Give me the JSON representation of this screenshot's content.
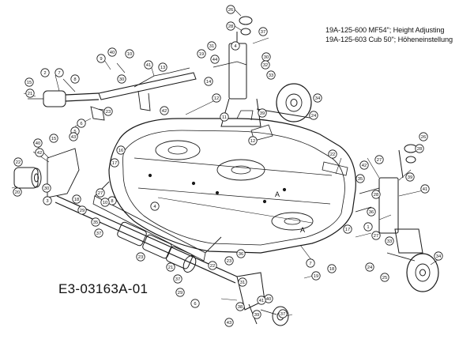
{
  "header": {
    "line1": "19A-125-600 MF54\"; Height Adjusting",
    "line2": "19A-125-603 Cub 50\"; Höheneinstellung"
  },
  "drawing_code": "E3-03163A-01",
  "callouts": [
    {
      "n": "26"
    },
    {
      "n": "28"
    },
    {
      "n": "37"
    },
    {
      "n": "31"
    },
    {
      "n": "4"
    },
    {
      "n": "19"
    },
    {
      "n": "44"
    },
    {
      "n": "30"
    },
    {
      "n": "32"
    },
    {
      "n": "33"
    },
    {
      "n": "34"
    },
    {
      "n": "24"
    },
    {
      "n": "39"
    },
    {
      "n": "11"
    },
    {
      "n": "12"
    },
    {
      "n": "14"
    },
    {
      "n": "12"
    },
    {
      "n": "9"
    },
    {
      "n": "40"
    },
    {
      "n": "10"
    },
    {
      "n": "7"
    },
    {
      "n": "21"
    },
    {
      "n": "15"
    },
    {
      "n": "2"
    },
    {
      "n": "8"
    },
    {
      "n": "30"
    },
    {
      "n": "41"
    },
    {
      "n": "13"
    },
    {
      "n": "42"
    },
    {
      "n": "23"
    },
    {
      "n": "6"
    },
    {
      "n": "5"
    },
    {
      "n": "16"
    },
    {
      "n": "17"
    },
    {
      "n": "43"
    },
    {
      "n": "40"
    },
    {
      "n": "42"
    },
    {
      "n": "15"
    },
    {
      "n": "22"
    },
    {
      "n": "20"
    },
    {
      "n": "30"
    },
    {
      "n": "3"
    },
    {
      "n": "18"
    },
    {
      "n": "27"
    },
    {
      "n": "29"
    },
    {
      "n": "8"
    },
    {
      "n": "35"
    },
    {
      "n": "22"
    },
    {
      "n": "26"
    },
    {
      "n": "28"
    },
    {
      "n": "27"
    },
    {
      "n": "42"
    },
    {
      "n": "39"
    },
    {
      "n": "41"
    },
    {
      "n": "35"
    },
    {
      "n": "28"
    },
    {
      "n": "36"
    },
    {
      "n": "1"
    },
    {
      "n": "27"
    },
    {
      "n": "33"
    },
    {
      "n": "34"
    },
    {
      "n": "24"
    },
    {
      "n": "25"
    },
    {
      "n": "37"
    },
    {
      "n": "10"
    },
    {
      "n": "4"
    },
    {
      "n": "23"
    },
    {
      "n": "21"
    },
    {
      "n": "37"
    },
    {
      "n": "29"
    },
    {
      "n": "22"
    },
    {
      "n": "23"
    },
    {
      "n": "36"
    },
    {
      "n": "31"
    },
    {
      "n": "40"
    },
    {
      "n": "6"
    },
    {
      "n": "43"
    },
    {
      "n": "41"
    },
    {
      "n": "38"
    },
    {
      "n": "39"
    },
    {
      "n": "37"
    },
    {
      "n": "7"
    },
    {
      "n": "18"
    },
    {
      "n": "19"
    },
    {
      "n": "17"
    },
    {
      "n": "A"
    },
    {
      "n": "A"
    }
  ]
}
